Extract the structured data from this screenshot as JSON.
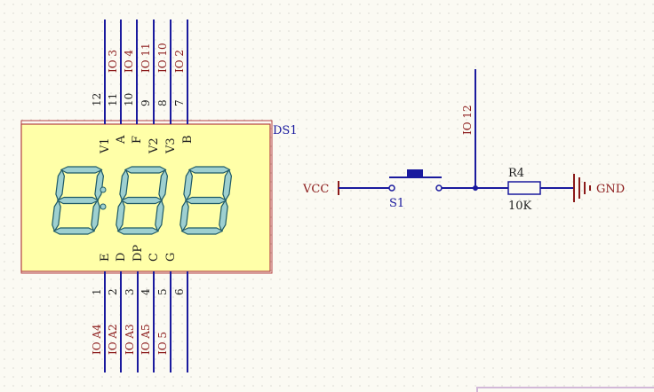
{
  "display": {
    "designator": "DS1",
    "top_pin_numbers": [
      "12",
      "11",
      "10",
      "9",
      "8",
      "7"
    ],
    "top_pin_names": [
      "V1",
      "A",
      "F",
      "V2",
      "V3",
      "B"
    ],
    "bottom_pin_numbers": [
      "1",
      "2",
      "3",
      "4",
      "5",
      "6"
    ],
    "bottom_pin_names": [
      "E",
      "D",
      "DP",
      "C",
      "G"
    ]
  },
  "net_labels": {
    "top": [
      "IO 3",
      "IO 4",
      "IO 11",
      "IO 10",
      "IO 2"
    ],
    "bottom": [
      "IO A4",
      "IO A2",
      "IO A3",
      "IO A5",
      "IO 5"
    ],
    "switch_node": "IO 12"
  },
  "circuit": {
    "vcc": "VCC",
    "switch": "S1",
    "resistor": "R4",
    "resistor_value": "10K",
    "gnd": "GND"
  },
  "colors": {
    "background": "#fbfaf3",
    "wire": "#1a1a9e",
    "net_label": "#8b1a1a",
    "body_fill": "#ffffa8",
    "body_stroke": "#b44040",
    "segment_fill": "#9ed0d0",
    "segment_stroke": "#1f5a66"
  }
}
